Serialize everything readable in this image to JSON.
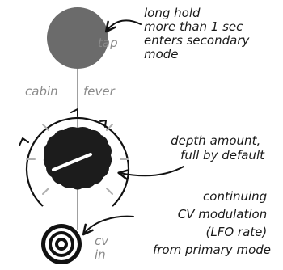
{
  "tap_button": {
    "label": "tap",
    "annotation_lines": [
      "long hold",
      "more than 1 sec",
      "enters secondary",
      "mode"
    ],
    "color": "#6b6b6b"
  },
  "mode_labels": {
    "left": "cabin",
    "right": "fever"
  },
  "depth_knob": {
    "annotation_lines": [
      "depth amount,",
      "full by default"
    ],
    "knob_color": "#1c1c1c"
  },
  "cv_jack": {
    "label_lines": [
      "cv",
      "in"
    ],
    "annotation_lines": [
      "continuing",
      "CV modulation",
      "(LFO rate)",
      "from primary mode"
    ]
  }
}
